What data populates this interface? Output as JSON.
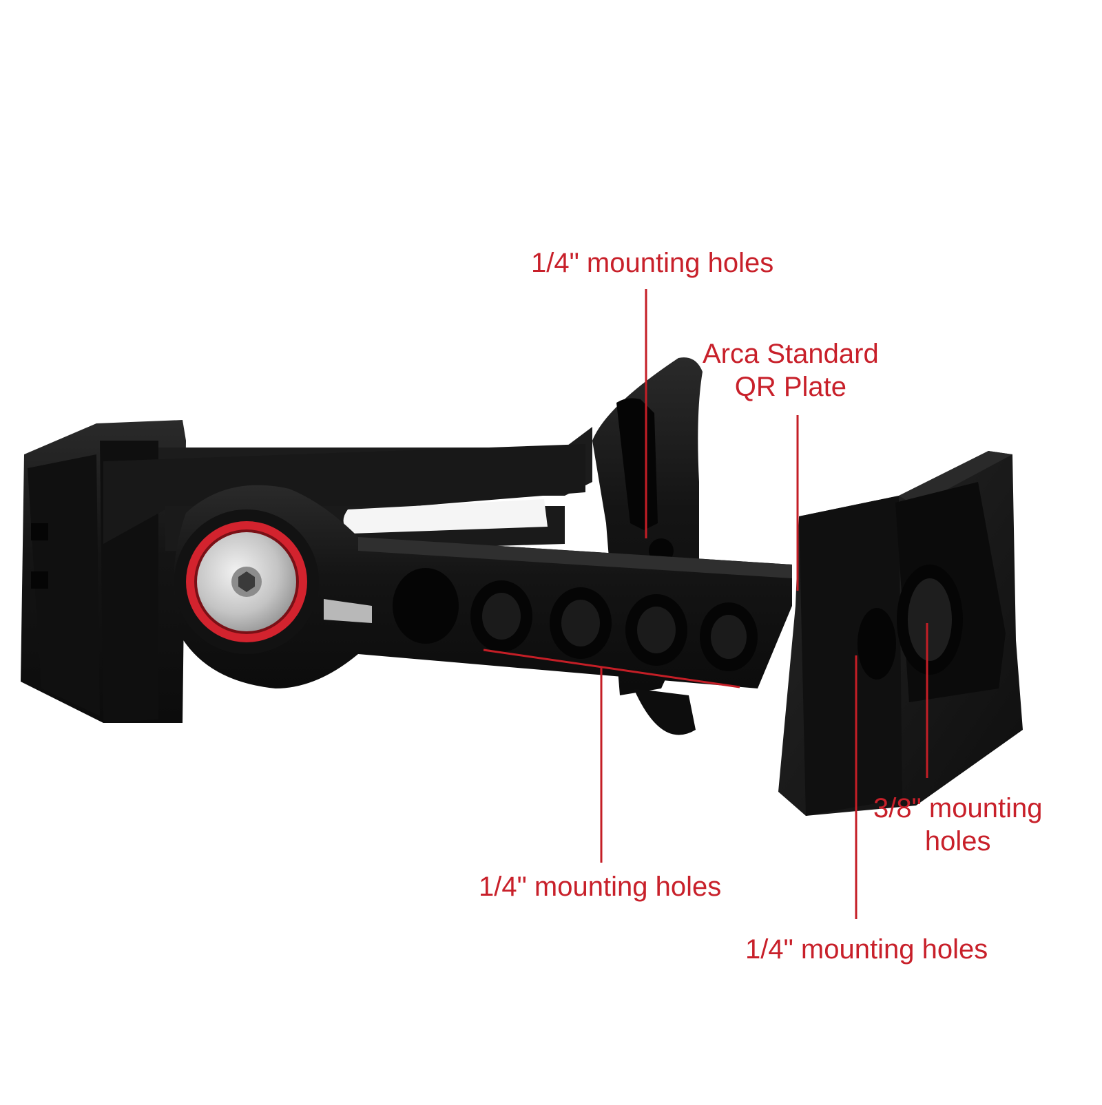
{
  "colors": {
    "label": "#c8202a",
    "leader": "#c41e26",
    "metal": "#161616",
    "metal_edge": "#2c2c2c",
    "metal_highlight": "#3a3a3a",
    "hole": "#050505",
    "ring": "#d3232e",
    "screw": "#cfcfcf"
  },
  "labels": {
    "top_holes": "1/4\" mounting holes",
    "arca_line1": "Arca Standard",
    "arca_line2": "QR Plate",
    "bottom_holes": "1/4\" mounting holes",
    "right_38_line1": "3/8\" mounting",
    "right_38_line2": "holes",
    "right_14": "1/4\" mounting holes"
  }
}
